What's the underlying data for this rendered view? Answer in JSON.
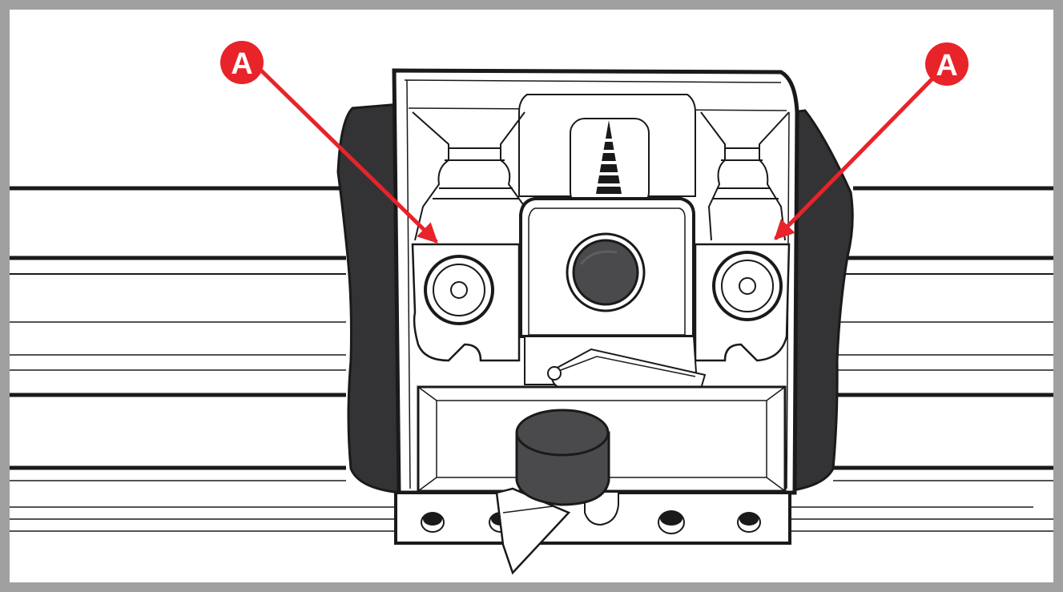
{
  "colors": {
    "frame": "#a0a0a1",
    "accent": "#e8232a",
    "ink": "#1a1a1a",
    "body_fill": "#ffffff",
    "knob_fill": "#4a4a4c",
    "side_grip_fill": "#333335"
  },
  "callouts": [
    {
      "id": "left",
      "label": "A"
    },
    {
      "id": "right",
      "label": "A"
    }
  ]
}
